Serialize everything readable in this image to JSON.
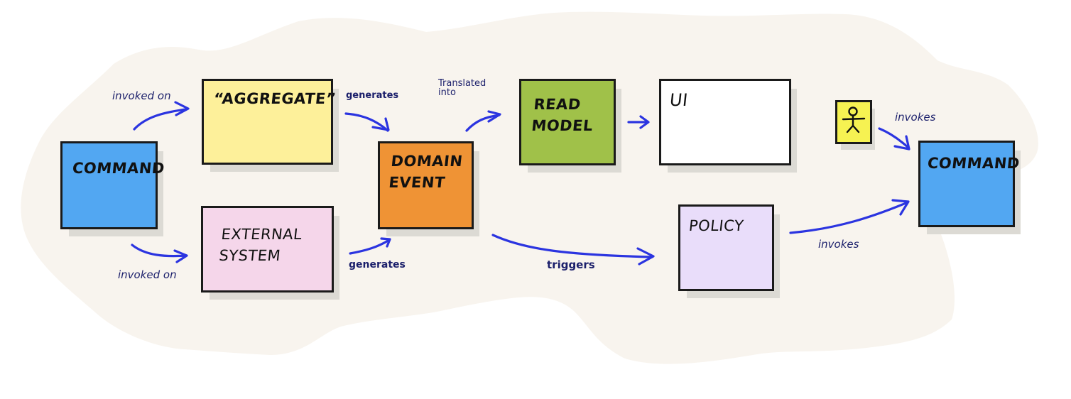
{
  "diagram": {
    "title": "Event Storming Process Modelling",
    "colors": {
      "canvas_background": "#f8f4ee",
      "arrow": "#2b34e0",
      "edge_label_text": "#1b1f6b",
      "command": "#52a7f2",
      "aggregate": "#fdf09a",
      "external_system": "#f5d6ea",
      "domain_event": "#ef9335",
      "read_model": "#a0c149",
      "ui": "#ffffff",
      "policy": "#e9ddfa",
      "actor": "#f6f252"
    },
    "nodes": [
      {
        "id": "command_1",
        "type": "command",
        "label": "COMMAND"
      },
      {
        "id": "aggregate",
        "type": "aggregate",
        "label": "“AGGREGATE”"
      },
      {
        "id": "external_system",
        "type": "external_system",
        "label": "EXTERNAL\nSYSTEM"
      },
      {
        "id": "domain_event",
        "type": "domain_event",
        "label": "DOMAIN\nEVENT"
      },
      {
        "id": "read_model",
        "type": "read_model",
        "label": "READ\nMODEL"
      },
      {
        "id": "ui",
        "type": "ui",
        "label": "UI"
      },
      {
        "id": "actor",
        "type": "actor",
        "icon": "stick-figure-icon",
        "label": ""
      },
      {
        "id": "policy",
        "type": "policy",
        "label": "POLICY"
      },
      {
        "id": "command_2",
        "type": "command",
        "label": "COMMAND"
      }
    ],
    "edges": [
      {
        "from": "command_1",
        "to": "aggregate",
        "label": "invoked on"
      },
      {
        "from": "command_1",
        "to": "external_system",
        "label": "invoked on"
      },
      {
        "from": "aggregate",
        "to": "domain_event",
        "label": "generates"
      },
      {
        "from": "external_system",
        "to": "domain_event",
        "label": "generates"
      },
      {
        "from": "domain_event",
        "to": "read_model",
        "label": "Translated\ninto"
      },
      {
        "from": "read_model",
        "to": "ui",
        "label": ""
      },
      {
        "from": "actor",
        "to": "command_2",
        "label": "invokes"
      },
      {
        "from": "domain_event",
        "to": "policy",
        "label": "triggers"
      },
      {
        "from": "policy",
        "to": "command_2",
        "label": "invokes"
      }
    ]
  }
}
